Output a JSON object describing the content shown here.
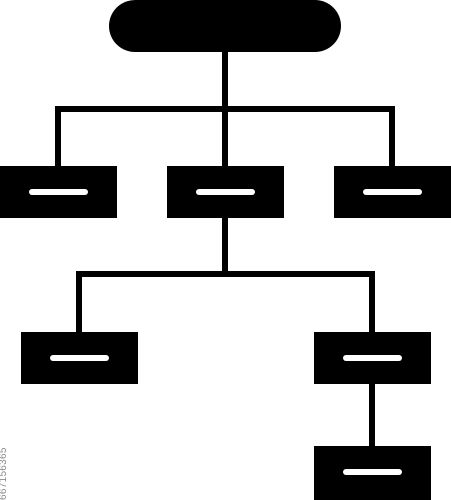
{
  "diagram": {
    "type": "hierarchy-icon",
    "colors": {
      "background": "#ffffff",
      "fill": "#000000",
      "slot": "#ffffff"
    },
    "nodes": [
      {
        "id": "root",
        "shape": "rounded",
        "parent": null
      },
      {
        "id": "level1-left",
        "shape": "box",
        "parent": "root"
      },
      {
        "id": "level1-center",
        "shape": "box",
        "parent": "root"
      },
      {
        "id": "level1-right",
        "shape": "box",
        "parent": "root"
      },
      {
        "id": "level2-left",
        "shape": "box",
        "parent": "level1-center"
      },
      {
        "id": "level2-right",
        "shape": "box",
        "parent": "level1-center"
      },
      {
        "id": "level3-bottom",
        "shape": "box",
        "parent": "level2-right"
      }
    ]
  },
  "watermark": {
    "stock_id": "667156365"
  }
}
